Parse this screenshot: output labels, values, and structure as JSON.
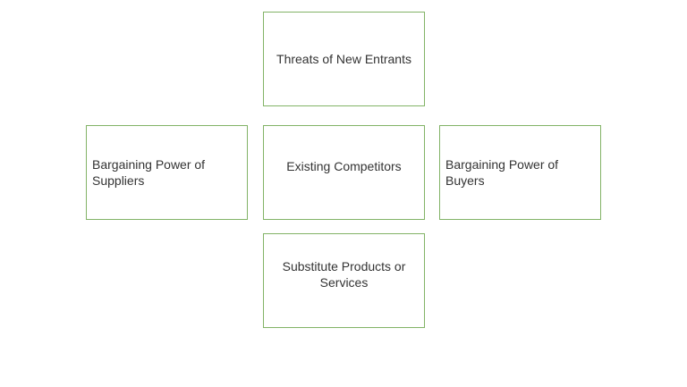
{
  "diagram": {
    "boxes": {
      "top": "Threats of New Entrants",
      "left": "Bargaining Power of Suppliers",
      "middle": "Existing Competitors",
      "right": "Bargaining Power of Buyers",
      "bottom": "Substitute Products or Services"
    }
  },
  "colors": {
    "box_border": "#82b366",
    "text": "#333333",
    "background": "#ffffff"
  }
}
